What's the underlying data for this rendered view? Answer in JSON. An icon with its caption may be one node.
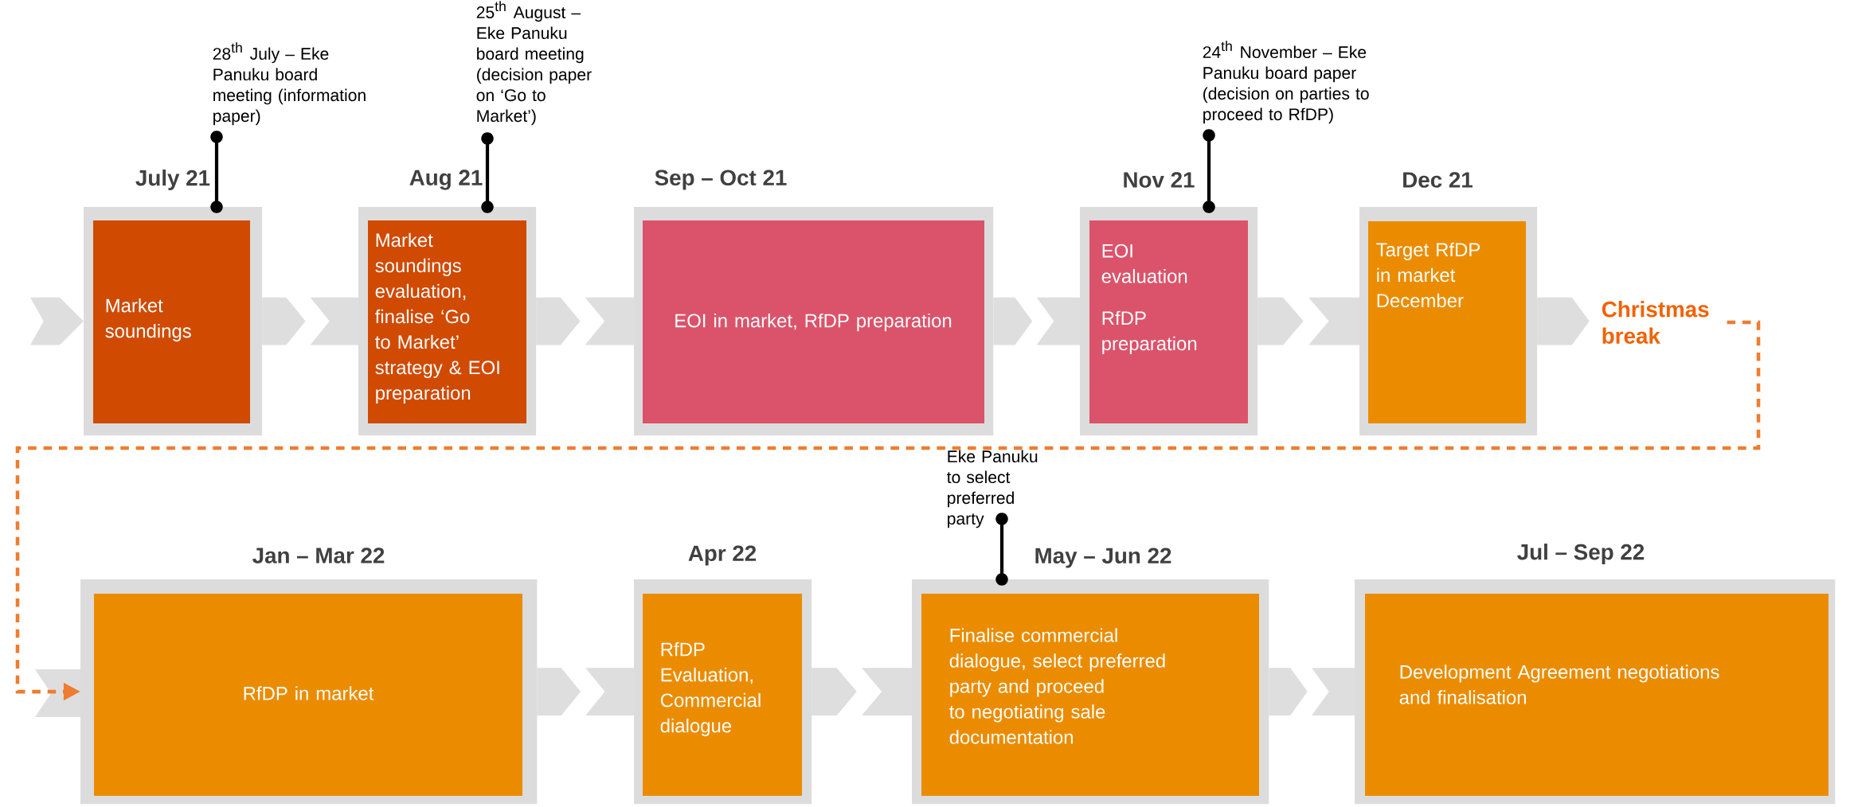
{
  "diagram": {
    "nodes": [
      {
        "text": [
          "July 21",
          "Market soundings"
        ]
      },
      {
        "text": [
          "28$^{th}$ July – Eke Panuku board meeting (information paper)"
        ]
      },
      {
        "text": [
          "Aug 21",
          "Market soundings evaluation, finalise ‘Go to Market’ strategy & EOI preparation"
        ]
      },
      {
        "text": [
          "25$^{th}$ August – Eke Panuku board meeting (decision paper on ‘Go to Market’)"
        ]
      },
      {
        "text": [
          "Sep – Oct 21",
          "EOI in market, RfDP preparation"
        ]
      },
      {
        "text": [
          "Nov 21",
          "EOI evaluation",
          "RfDP preparation"
        ]
      },
      {
        "text": [
          "24$^{th}$ November – Eke Panuku board paper (decision on parties to proceed to RfDP)"
        ]
      },
      {
        "text": [
          "Dec 21",
          "Target RfDP in market December"
        ]
      },
      {
        "text": [
          "Christmas break"
        ]
      },
      {
        "text": [
          "Jan – Mar 22",
          "RfDP in market"
        ]
      },
      {
        "text": [
          "Apr 22",
          "RfDP Evaluation, Commercial dialogue"
        ]
      },
      {
        "text": [
          "May – Jun 22",
          "Finalise commercial dialogue, select preferred party and proceed to negotiating sale documentation"
        ]
      },
      {
        "text": [
          "Eke Panuku to select preferred party"
        ]
      },
      {
        "text": [
          "Jul – Sep 22",
          "Development Agreement negotiations and finalisation"
        ]
      }
    ],
    "edges": [
      {
        "from": null,
        "to": 0,
        "arrow": "to"
      },
      {
        "from": 0,
        "to": 2,
        "arrow": "to"
      },
      {
        "from": 2,
        "to": 4,
        "arrow": "to"
      },
      {
        "from": 4,
        "to": 5,
        "arrow": "to"
      },
      {
        "from": 5,
        "to": 7,
        "arrow": "to"
      },
      {
        "from": 7,
        "to": 8,
        "arrow": "to"
      },
      {
        "from": 8,
        "to": 9,
        "arrow": "to",
        "style": "dashed",
        "color": "#ed7d31"
      },
      {
        "from": 9,
        "to": 10,
        "arrow": "to"
      },
      {
        "from": 10,
        "to": 11,
        "arrow": "to"
      },
      {
        "from": 11,
        "to": 13,
        "arrow": "to"
      },
      {
        "from": 1,
        "to": 0,
        "arrow": "other"
      },
      {
        "from": 3,
        "to": 2,
        "arrow": "other"
      },
      {
        "from": 6,
        "to": 5,
        "arrow": "other"
      },
      {
        "from": 12,
        "to": 11,
        "arrow": "other"
      }
    ]
  }
}
